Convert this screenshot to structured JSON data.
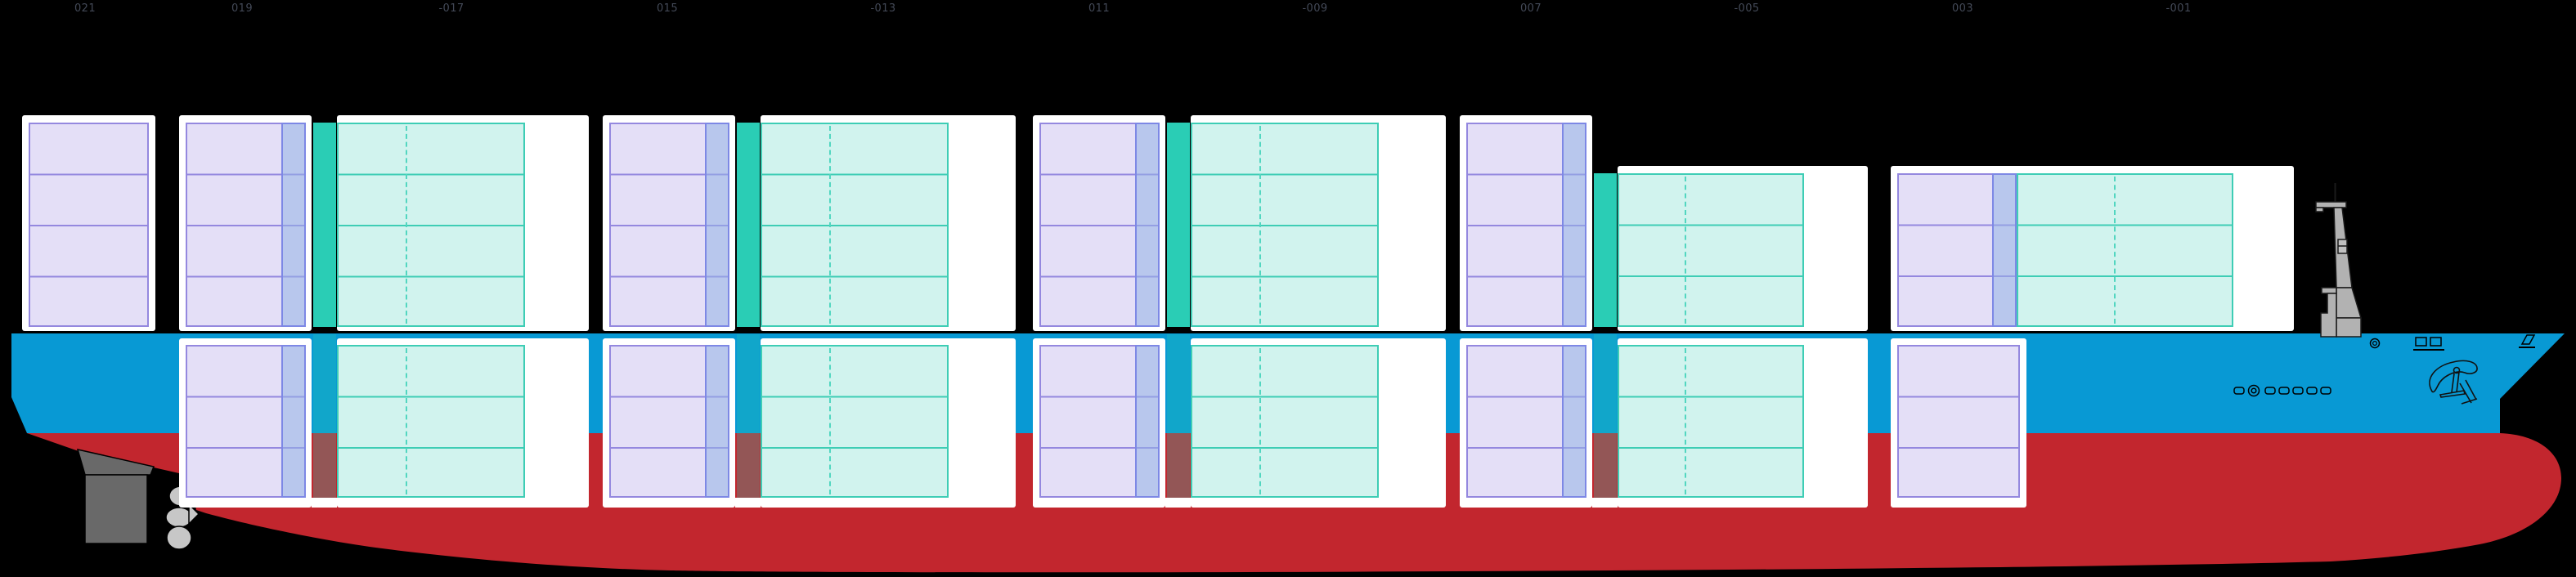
{
  "view": {
    "name": "Vessel side profile / bay plan",
    "background": "#000000"
  },
  "bays": [
    {
      "label": "021",
      "deck_tiers": 4,
      "hold_tiers": 0,
      "cell_type": "20ft"
    },
    {
      "label": "019",
      "deck_tiers": 4,
      "hold_tiers": 3,
      "cell_type": "20ft"
    },
    {
      "label": "-017",
      "deck_tiers": 4,
      "hold_tiers": 3,
      "cell_type": "40ft"
    },
    {
      "label": "015",
      "deck_tiers": 4,
      "hold_tiers": 3,
      "cell_type": "20ft"
    },
    {
      "label": "-013",
      "deck_tiers": 4,
      "hold_tiers": 3,
      "cell_type": "40ft"
    },
    {
      "label": "011",
      "deck_tiers": 4,
      "hold_tiers": 3,
      "cell_type": "20ft"
    },
    {
      "label": "-009",
      "deck_tiers": 4,
      "hold_tiers": 3,
      "cell_type": "40ft"
    },
    {
      "label": "007",
      "deck_tiers": 4,
      "hold_tiers": 3,
      "cell_type": "20ft"
    },
    {
      "label": "-005",
      "deck_tiers": 3,
      "hold_tiers": 3,
      "cell_type": "40ft"
    },
    {
      "label": "003",
      "deck_tiers": 3,
      "hold_tiers": 3,
      "cell_type": "20ft"
    },
    {
      "label": "-001",
      "deck_tiers": 3,
      "hold_tiers": 0,
      "cell_type": "40ft"
    }
  ],
  "colors": {
    "bg": "#000000",
    "white": "#ffffff",
    "purple-fill": "#e4dff7",
    "purple-line": "#9488df",
    "teal-bar": "#2acdb5",
    "teal-fill": "#d1f3ee",
    "teal-line": "#3ecdb5",
    "hull-blue": "#0899d4",
    "hull-red": "#c2262e",
    "label": "#434957"
  },
  "ship": {
    "parts": [
      "hull-topside",
      "hull-underwater",
      "rudder",
      "propeller",
      "foremast",
      "anchor-marking",
      "bow-thruster-mark",
      "draft-dash-marks",
      "deck-fittings"
    ]
  }
}
